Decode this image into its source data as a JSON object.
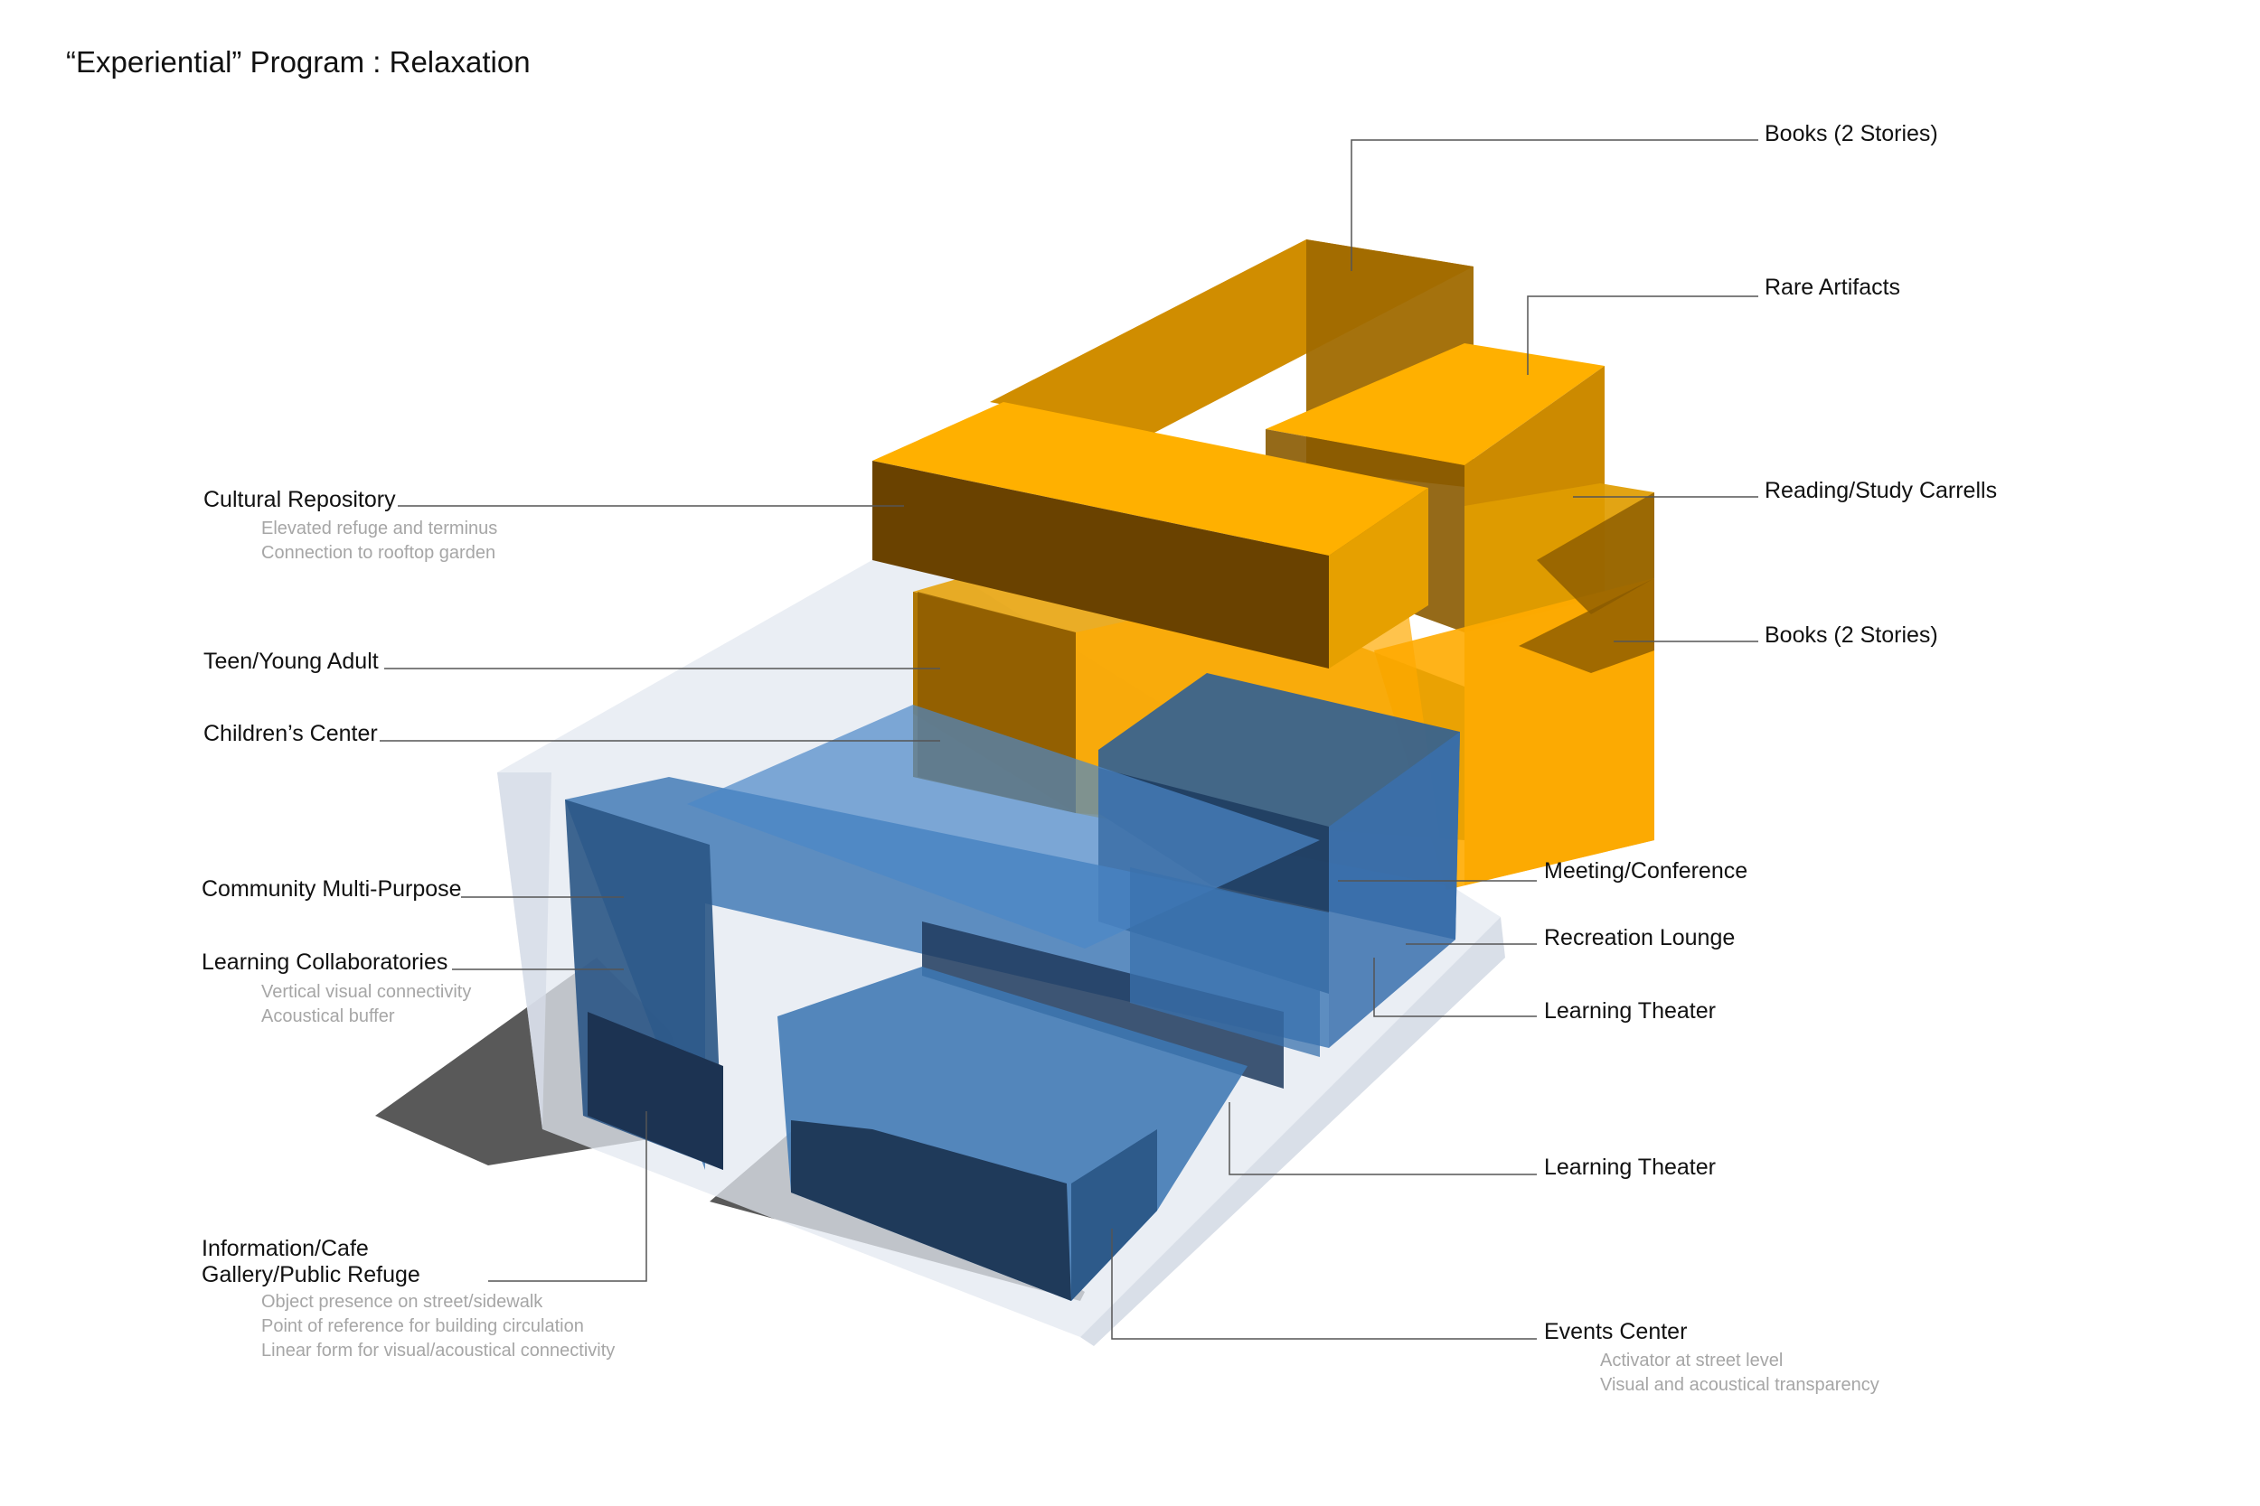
{
  "title": "“Experiential” Program : Relaxation",
  "labels": {
    "books_top": "Books (2 Stories)",
    "rare_artifacts": "Rare Artifacts",
    "reading_study": "Reading/Study Carrells",
    "books_lower": "Books (2 Stories)",
    "cultural_repository": "Cultural Repository",
    "cultural_repository_notes": [
      "Elevated refuge and terminus",
      "Connection to rooftop garden"
    ],
    "teen_young_adult": "Teen/Young Adult",
    "childrens_center": "Children’s Center",
    "community_multipurpose": "Community Multi-Purpose",
    "learning_collaboratories": "Learning Collaboratories",
    "learning_collaboratories_notes": [
      "Vertical visual connectivity",
      "Acoustical buffer"
    ],
    "meeting_conference": "Meeting/Conference",
    "recreation_lounge": "Recreation Lounge",
    "learning_theater_upper": "Learning Theater",
    "learning_theater_lower": "Learning Theater",
    "information_cafe_line1": "Information/Cafe",
    "information_cafe_line2": "Gallery/Public Refuge",
    "information_cafe_notes": [
      "Object presence on street/sidewalk",
      "Point of reference for building circulation",
      "Linear form for visual/acoustical connectivity"
    ],
    "events_center": "Events Center",
    "events_center_notes": [
      "Activator at street level",
      "Visual and acoustical transparency"
    ]
  },
  "colors": {
    "orange": "#ffb000",
    "orange_dark": "#7a4e00",
    "blue": "#3f78b8",
    "blue_dark": "#1e3a5c",
    "glass": "#dde3ec",
    "shadow": "#595959",
    "leader": "#555555"
  }
}
